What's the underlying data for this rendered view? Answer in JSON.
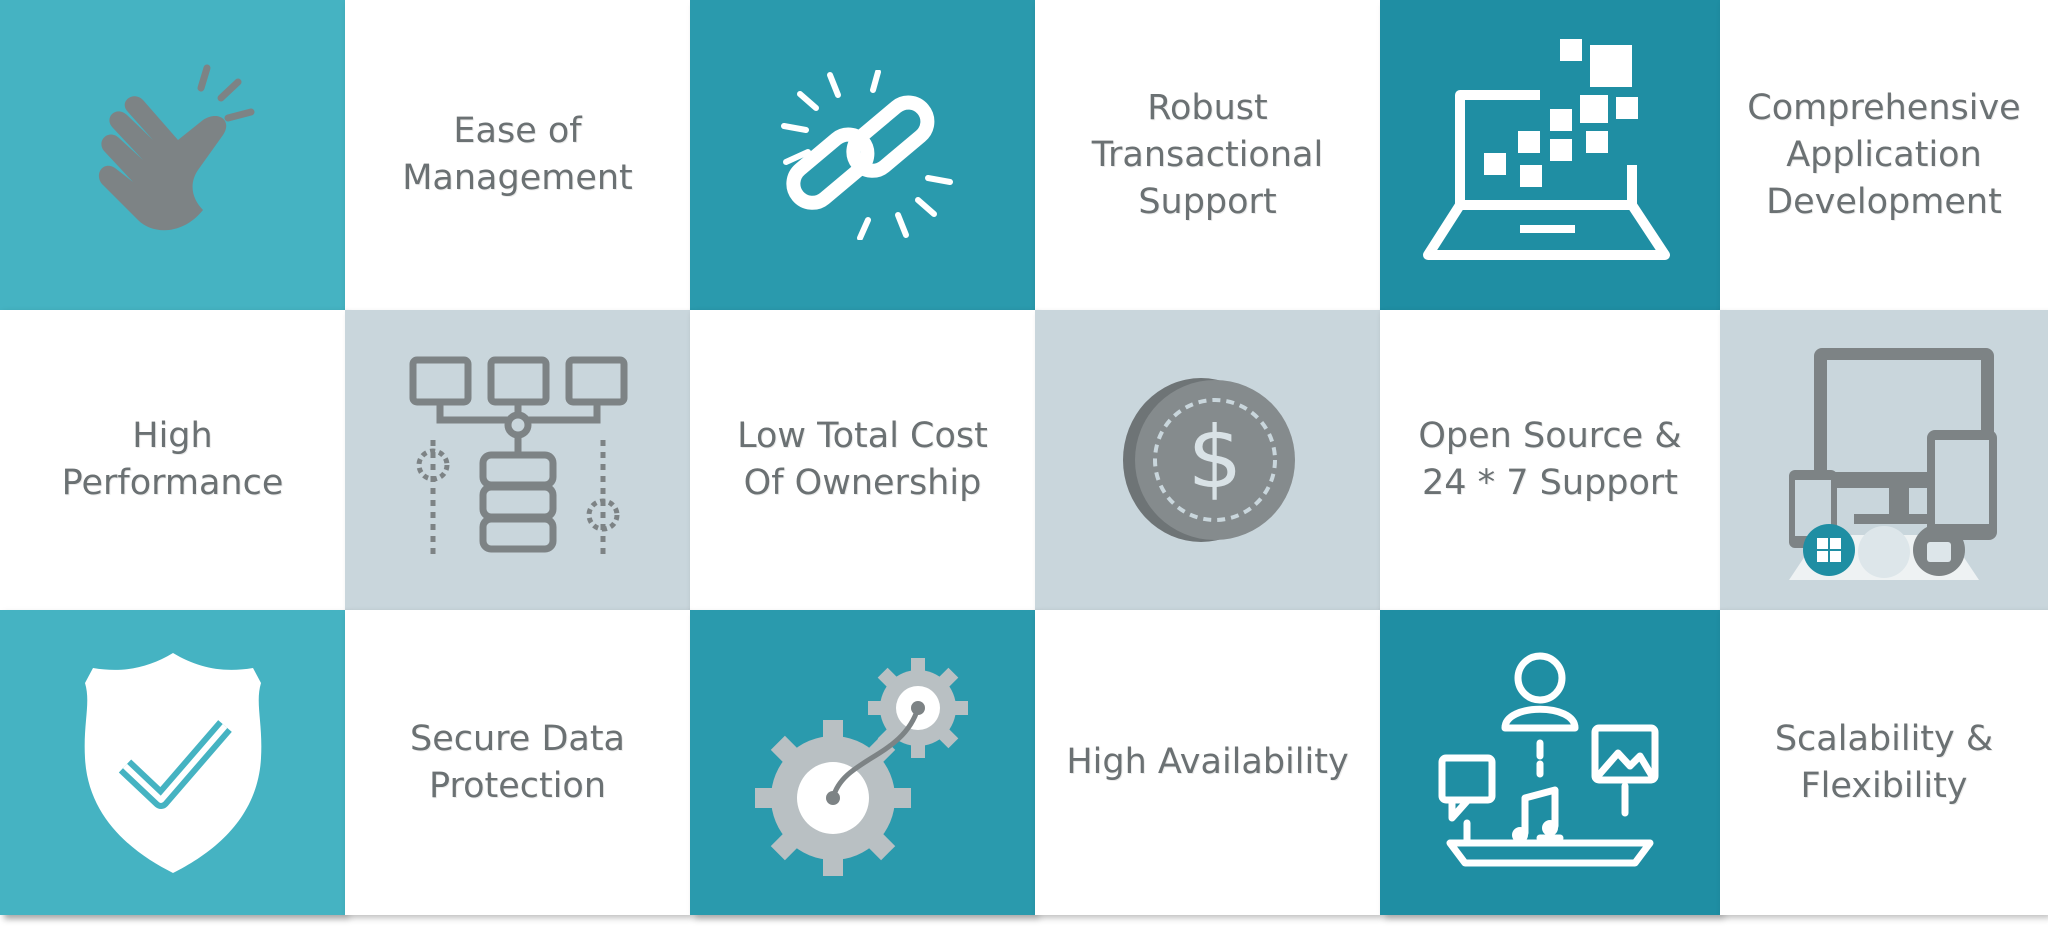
{
  "colors": {
    "teal": "#2a9aad",
    "teal_dark": "#1f8ea3",
    "teal_light": "#45b3c2",
    "grey_tile": "#c9d6dc",
    "icon_grey": "#7d8385",
    "label_grey": "#6b7173"
  },
  "features": [
    {
      "label": "Ease of\nManagement",
      "icon": "snap-fingers-icon"
    },
    {
      "label": "Robust\nTransactional\nSupport",
      "icon": "chain-link-icon"
    },
    {
      "label": "Comprehensive\nApplication\nDevelopment",
      "icon": "laptop-icon"
    },
    {
      "label": "High\nPerformance",
      "icon": "database-network-icon"
    },
    {
      "label": "Low Total Cost\nOf Ownership",
      "icon": "dollar-coin-icon"
    },
    {
      "label": "Open Source &\n24 * 7 Support",
      "icon": "multi-device-icon"
    },
    {
      "label": "Secure Data\nProtection",
      "icon": "shield-check-icon"
    },
    {
      "label": "High Availability",
      "icon": "gears-icon"
    },
    {
      "label": "Scalability &\nFlexibility",
      "icon": "user-network-icon"
    }
  ]
}
